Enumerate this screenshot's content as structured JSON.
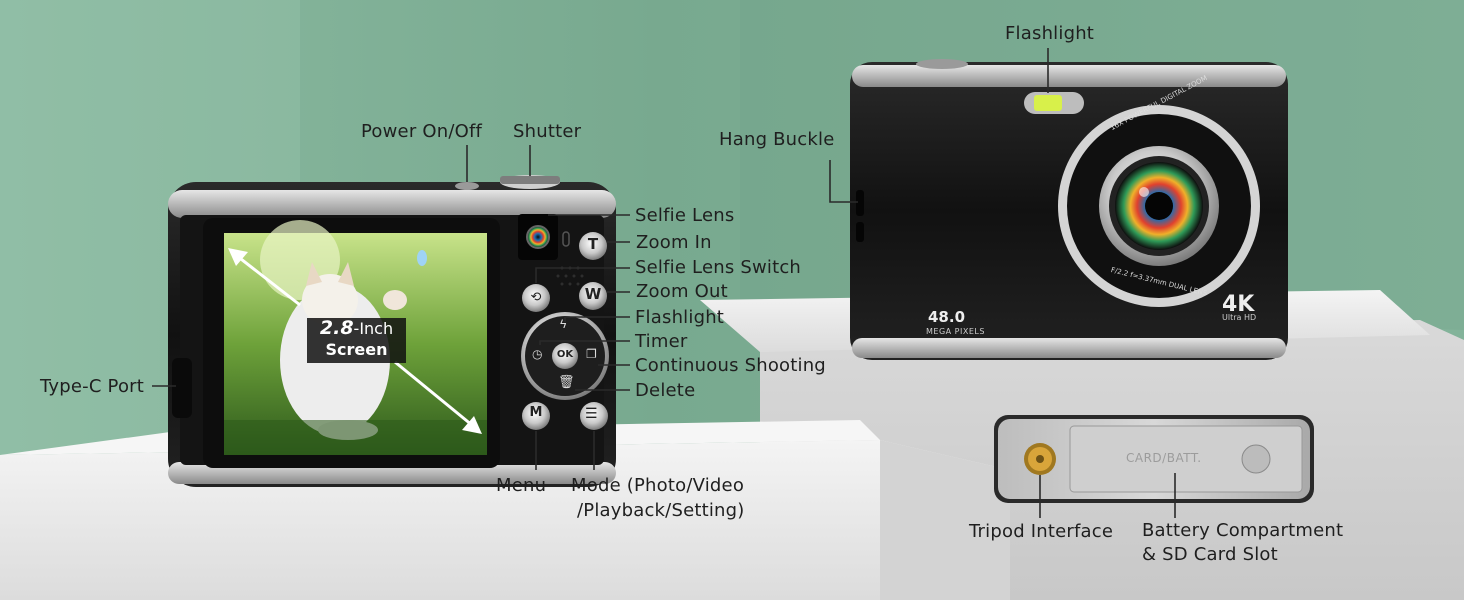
{
  "colors": {
    "wall": "#7fae95",
    "podium": "#ececec",
    "camera_body": "#161616",
    "camera_trim": "#b9b9b9",
    "flash": "#d8f04a",
    "tripod_brass": "#d9a53a"
  },
  "labels": {
    "power": "Power On/Off",
    "shutter": "Shutter",
    "selfie_lens": "Selfie Lens",
    "zoom_in": "Zoom In",
    "selfie_switch": "Selfie Lens Switch",
    "zoom_out": "Zoom Out",
    "flashlight_back": "Flashlight",
    "timer": "Timer",
    "continuous": "Continuous Shooting",
    "delete": "Delete",
    "type_c": "Type-C Port",
    "menu": "Menu",
    "mode_line1": "Mode (Photo/Video",
    "mode_line2": "/Playback/Setting)",
    "flashlight_front": "Flashlight",
    "hang_buckle": "Hang Buckle",
    "tripod": "Tripod Interface",
    "battery_line1": "Battery Compartment",
    "battery_line2": "& SD Card Slot"
  },
  "screen_badge": {
    "size": "2.8",
    "unit": "-Inch",
    "word": "Screen"
  },
  "front_camera": {
    "megapixels": "48.0",
    "megapixels_label": "MEGA PIXELS",
    "resolution": "4K",
    "resolution_sub": "Ultra HD",
    "lens_top_text": "16X POWERFUL DIGITAL ZOOM",
    "lens_bottom_text": "F/2.2 f=3.37mm DUAL LENS"
  },
  "bottom_plate": {
    "door_text": "CARD/BATT."
  },
  "buttons": {
    "ok": "OK",
    "zoom_in_key": "T",
    "zoom_out_key": "W",
    "menu_key": "M"
  }
}
